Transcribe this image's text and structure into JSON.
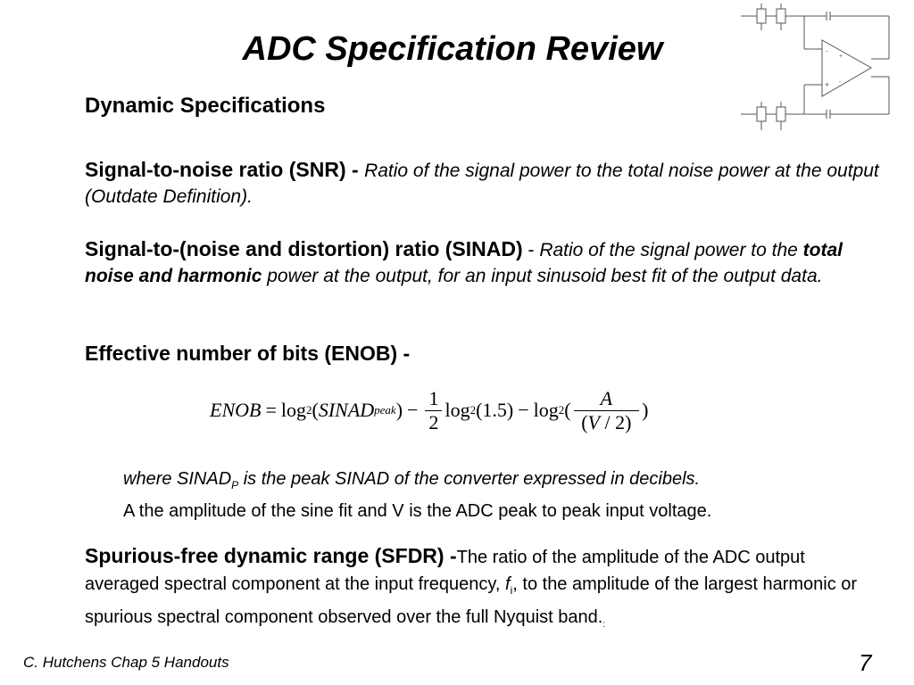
{
  "slide": {
    "title": "ADC Specification Review",
    "subtitle": "Dynamic Specifications",
    "footer": "C. Hutchens Chap 5 Handouts",
    "page_number": "7"
  },
  "snr": {
    "heading": "Signal-to-noise ratio (SNR) - ",
    "desc": "Ratio of the signal power to the total noise power at the output (Outdate Definition)."
  },
  "sinad": {
    "heading": "Signal-to-(noise and distortion) ratio (SINAD)",
    "dash": " - ",
    "desc_a": "Ratio of the signal power to the ",
    "desc_bold": "total noise and harmonic",
    "desc_b": " power at the output, for an input sinusoid best fit of the output data."
  },
  "enob": {
    "heading": "Effective number of bits (ENOB) -",
    "equation": {
      "lhs": "ENOB",
      "eq": "=",
      "log": "log",
      "base": "2",
      "open": "(",
      "close": ")",
      "sinad": "SINAD",
      "peak": "peak",
      "minus": "−",
      "frac1_num": "1",
      "frac1_den": "2",
      "arg2": "(1.5)",
      "frac2_num": "A",
      "frac2_den_open": "(",
      "frac2_den_v": "V",
      "frac2_den_rest": " / 2)"
    }
  },
  "where": {
    "line1_a": "where SINAD",
    "line1_sub": "P",
    "line1_b": " is the peak SINAD of the converter expressed in decibels.",
    "line2": "A the amplitude of the sine fit  and V is the ADC peak to peak input voltage."
  },
  "sfdr": {
    "heading": "Spurious-free dynamic range (SFDR) -",
    "desc_a": "The ratio of the amplitude of the ADC output averaged spectral component at the input frequency, ",
    "desc_f": "f",
    "desc_fsub": "i",
    "desc_b": ", to the amplitude of the largest harmonic or spurious spectral component observed over the full Nyquist band.",
    "desc_end": ":"
  },
  "circuit": {
    "icon": "switched-capacitor-opamp-schematic-icon",
    "plus": "+",
    "minus": "-"
  }
}
